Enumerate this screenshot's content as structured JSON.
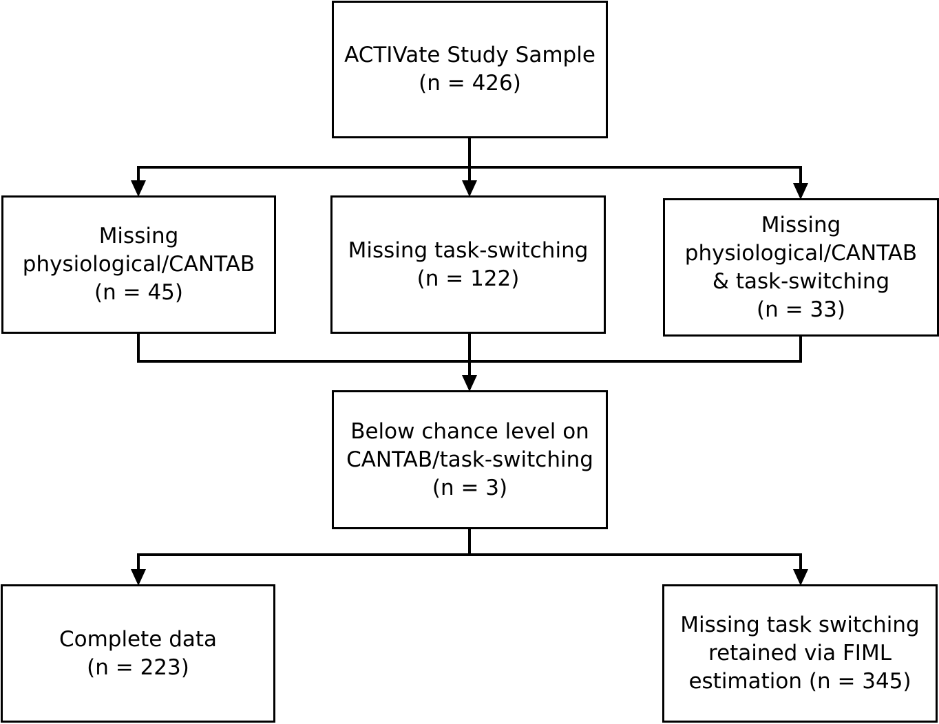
{
  "nodes": {
    "sample": {
      "lines": [
        "ACTIVate Study Sample",
        "(n = 426)"
      ]
    },
    "missing_physio": {
      "lines": [
        "Missing",
        "physiological/CANTAB",
        "(n = 45)"
      ]
    },
    "missing_task": {
      "lines": [
        "Missing task-switching",
        "(n = 122)"
      ]
    },
    "missing_both": {
      "lines": [
        "Missing",
        "physiological/CANTAB",
        "& task-switching",
        "(n = 33)"
      ]
    },
    "below_chance": {
      "lines": [
        "Below chance level on",
        "CANTAB/task-switching",
        "(n = 3)"
      ]
    },
    "complete": {
      "lines": [
        "Complete data",
        "(n = 223)"
      ]
    },
    "fiml": {
      "lines": [
        "Missing task switching",
        "retained via FIML",
        "estimation (n = 345)"
      ]
    }
  }
}
